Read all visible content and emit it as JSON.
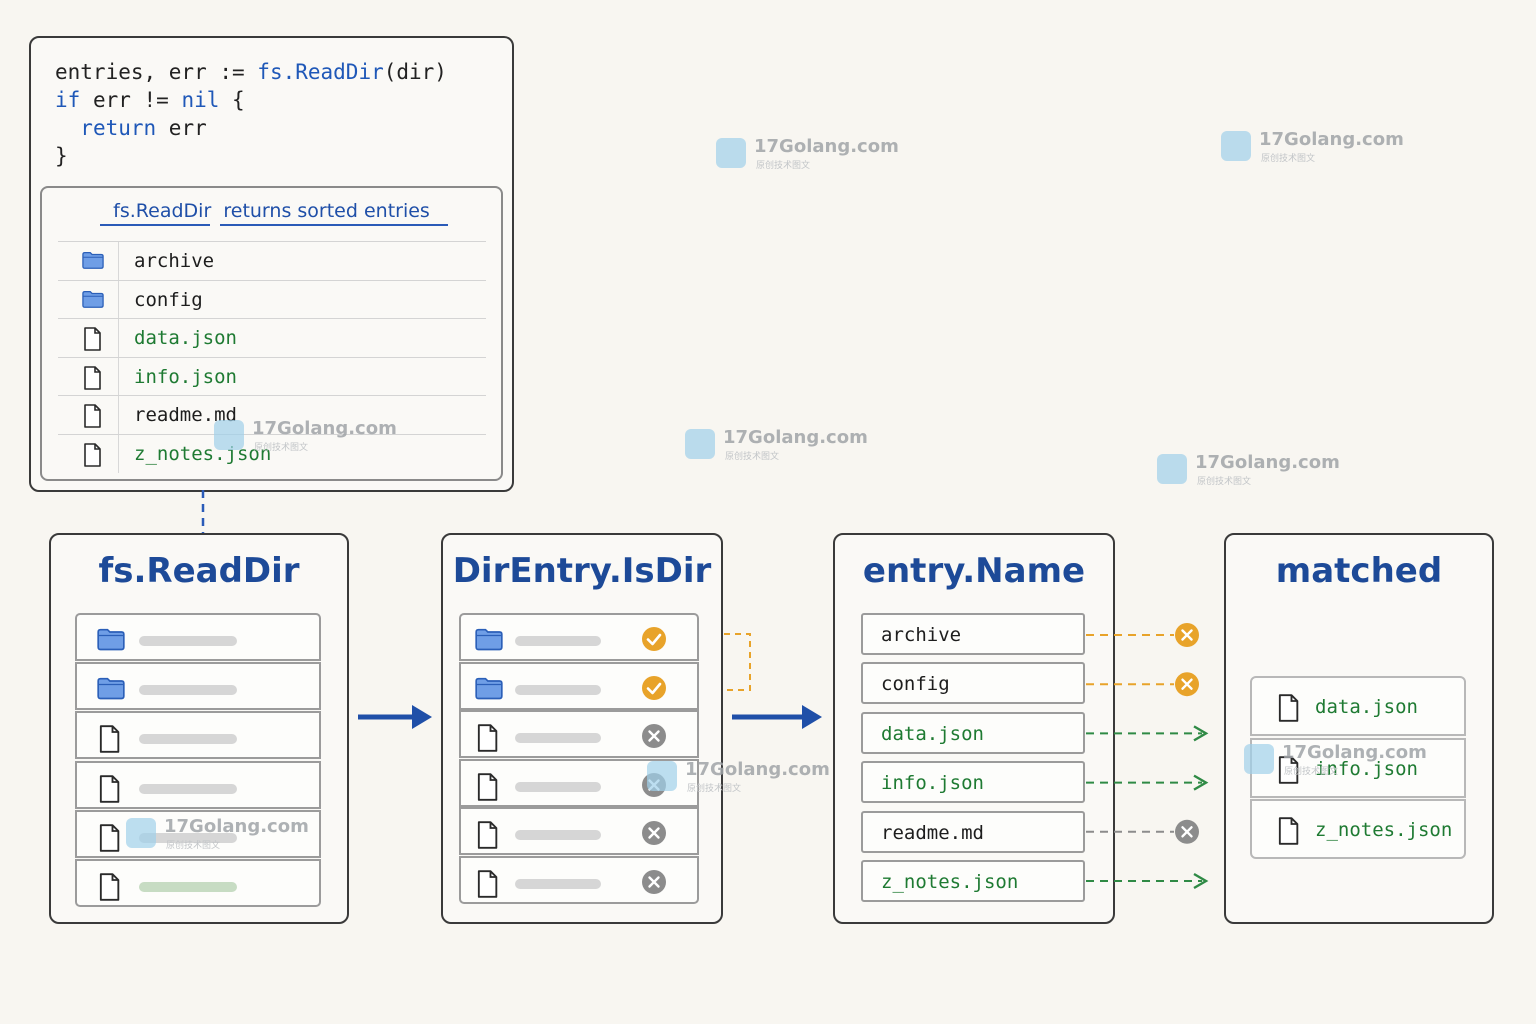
{
  "code": {
    "line1": {
      "a": "entries, err := ",
      "b": "fs.ReadDir",
      "c": "(dir)"
    },
    "line2": {
      "a": "if",
      "b": " err != ",
      "c": "nil",
      "d": " {"
    },
    "line3": {
      "a": "return",
      "b": " err"
    },
    "line4": "}"
  },
  "sorted_list": {
    "heading_a": "fs.ReadDir",
    "heading_b": "returns sorted entries",
    "items": [
      {
        "name": "archive",
        "kind": "folder"
      },
      {
        "name": "config",
        "kind": "folder"
      },
      {
        "name": "data.json",
        "kind": "file"
      },
      {
        "name": "info.json",
        "kind": "file"
      },
      {
        "name": "readme.md",
        "kind": "file"
      },
      {
        "name": "z_notes.json",
        "kind": "file"
      }
    ]
  },
  "panels": {
    "readdir": {
      "title": "fs.ReadDir"
    },
    "isdir": {
      "title": "DirEntry.IsDir",
      "statuses": [
        "check",
        "check",
        "cross",
        "cross",
        "cross",
        "cross"
      ]
    },
    "name": {
      "title": "entry.Name",
      "items": [
        "archive",
        "config",
        "data.json",
        "info.json",
        "readme.md",
        "z_notes.json"
      ]
    },
    "matched": {
      "title": "matched",
      "items": [
        "data.json",
        "info.json",
        "z_notes.json"
      ]
    }
  },
  "watermark": {
    "text": "17Golang.com",
    "sub": "原创技术图文"
  },
  "colors": {
    "accent": "#1d4a98",
    "green": "#1e7a32",
    "orange": "#e8a32a",
    "gray": "#8c8c8c"
  }
}
